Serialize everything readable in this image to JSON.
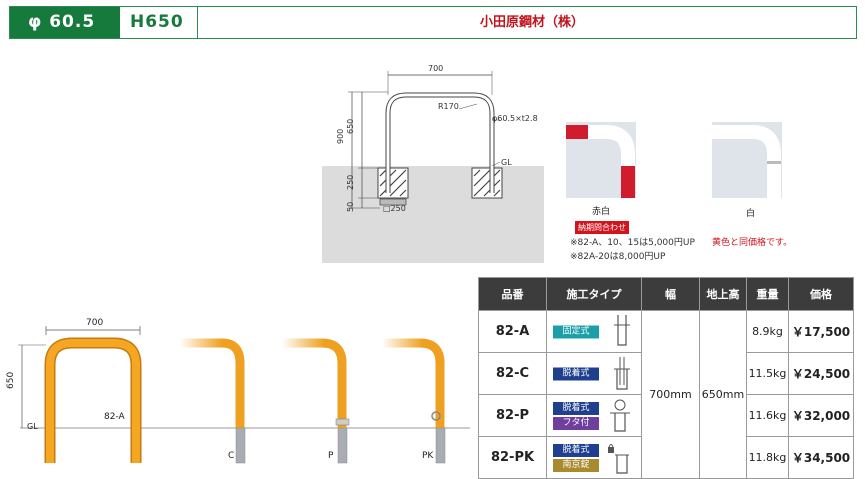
{
  "header": {
    "diameter": "φ 60.5",
    "height": "H650",
    "maker": "小田原鋼材（株）"
  },
  "drawing": {
    "width": "700",
    "radius": "R170",
    "pipe": "φ60.5×t2.8",
    "total_height": "900",
    "above_ground": "650",
    "embed": "250",
    "base": "50",
    "gl": "GL",
    "footing": "□250"
  },
  "swatches": {
    "red_white": "赤白",
    "lead_time_badge": "納期問合わせ",
    "white": "白",
    "note1": "※82-A、10、15は5,000円UP",
    "note2": "※82A-20は8,000円UP",
    "note_yellow": "黄色と同価格です。"
  },
  "bottom": {
    "width": "700",
    "height": "650",
    "gl": "GL",
    "label_a": "82-A",
    "label_c": "C",
    "label_p": "P",
    "label_pk": "PK"
  },
  "table": {
    "headers": [
      "品番",
      "施工タイプ",
      "幅",
      "地上高",
      "重量",
      "価格"
    ],
    "width_value": "700mm",
    "height_value": "650mm",
    "rows": [
      {
        "code": "82-A",
        "tags": [
          "固定式"
        ],
        "weight": "8.9kg",
        "price": "￥17,500"
      },
      {
        "code": "82-C",
        "tags": [
          "脱着式"
        ],
        "weight": "11.5kg",
        "price": "￥24,500"
      },
      {
        "code": "82-P",
        "tags": [
          "脱着式",
          "フタ付"
        ],
        "weight": "11.6kg",
        "price": "￥32,000"
      },
      {
        "code": "82-PK",
        "tags": [
          "脱着式",
          "南京錠"
        ],
        "weight": "11.8kg",
        "price": "￥34,500"
      }
    ]
  },
  "colors": {
    "green": "#167a3c",
    "red": "#c0141c",
    "orange": "#f0a020",
    "table_header": "#3c3c3c"
  }
}
